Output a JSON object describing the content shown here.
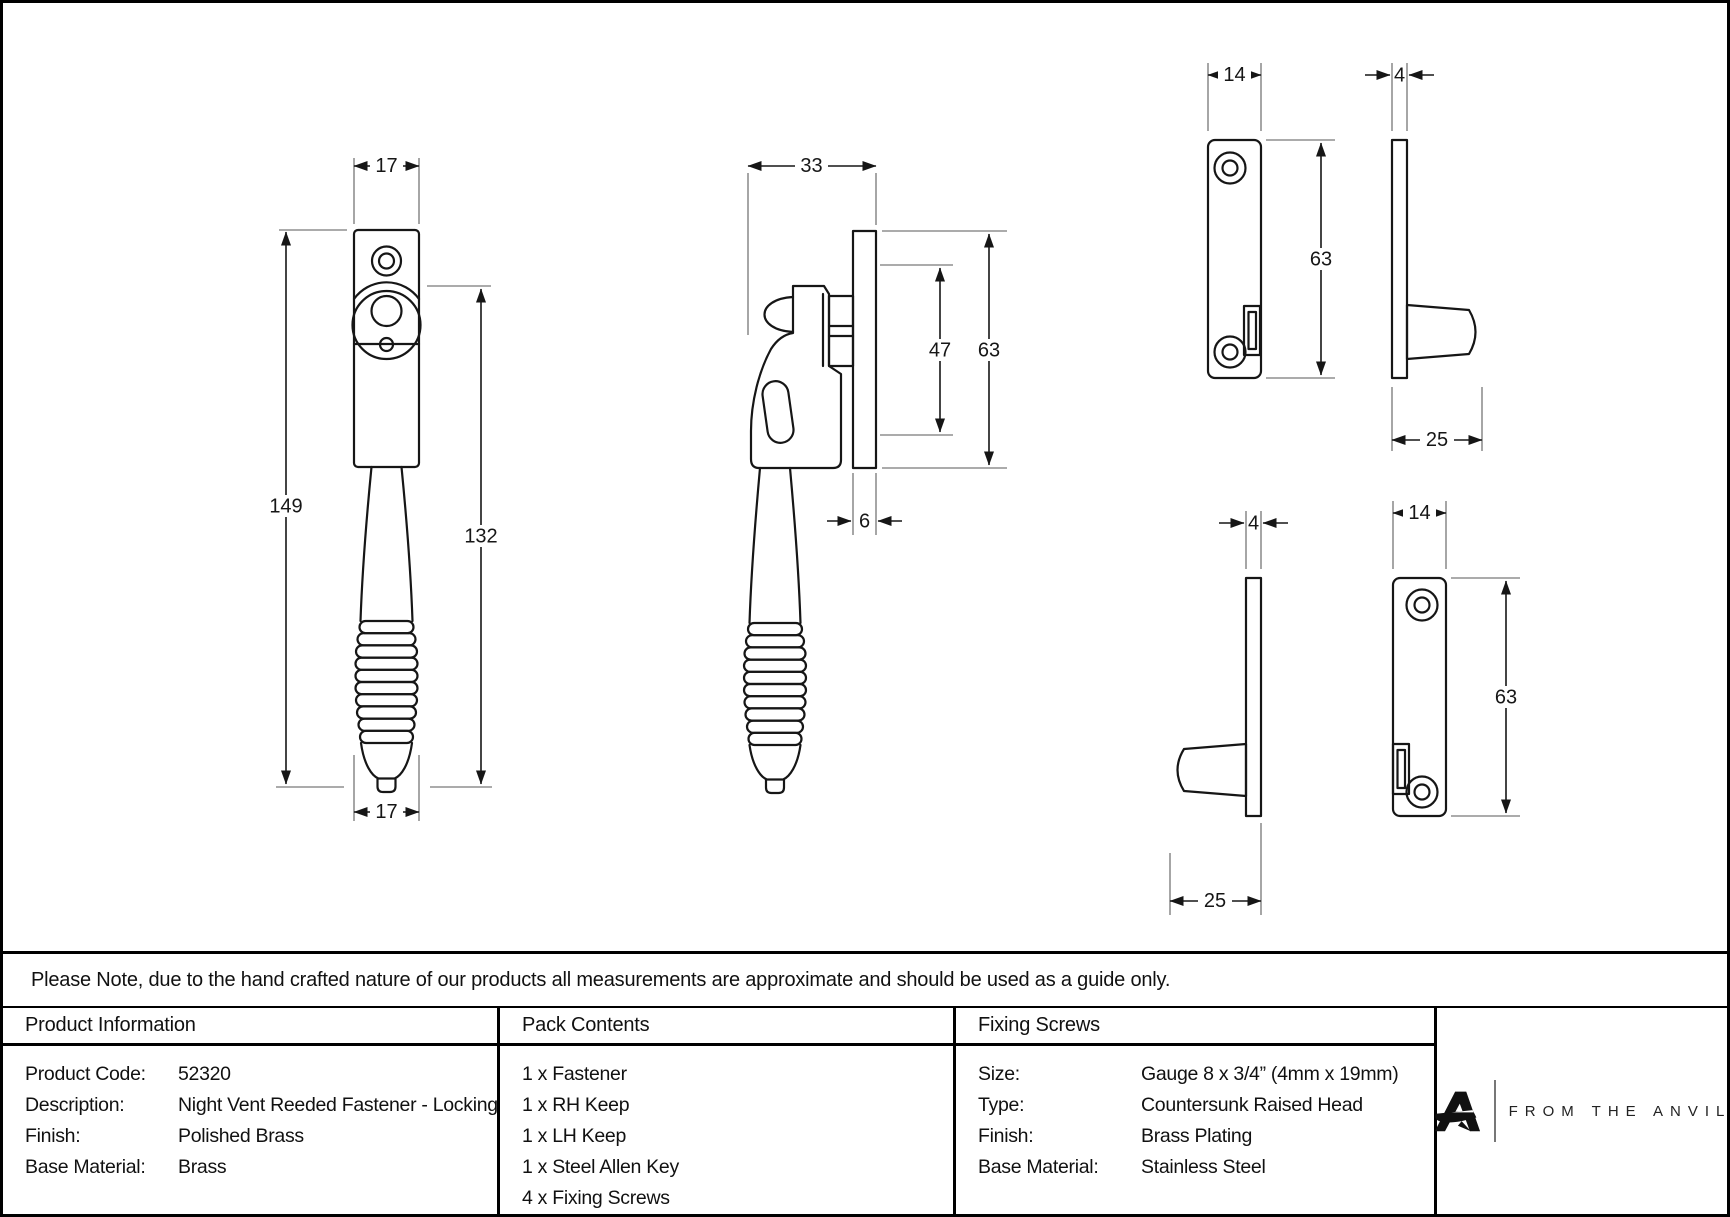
{
  "note": "Please Note, due to the hand crafted nature of our products all measurements are approximate and should be used as a guide only.",
  "drawing": {
    "dims": {
      "fastener_front": {
        "width_top": "17",
        "height_overall": "149",
        "height_handle": "132",
        "width_bottom": "17"
      },
      "fastener_side": {
        "width": "33",
        "keep_inner_height": "47",
        "keep_height": "63",
        "plate_thickness": "6"
      },
      "keep_rh_front": {
        "width": "14",
        "height": "63"
      },
      "keep_rh_side": {
        "thickness": "4",
        "depth": "25"
      },
      "keep_lh_side": {
        "thickness": "4",
        "depth": "25"
      },
      "keep_lh_front": {
        "width": "14",
        "height": "63"
      }
    }
  },
  "table": {
    "product_information": {
      "header": "Product Information",
      "rows": [
        {
          "label": "Product Code:",
          "value": "52320"
        },
        {
          "label": "Description:",
          "value": "Night Vent Reeded Fastener - Locking"
        },
        {
          "label": "Finish:",
          "value": "Polished Brass"
        },
        {
          "label": "Base Material:",
          "value": "Brass"
        }
      ]
    },
    "pack_contents": {
      "header": "Pack Contents",
      "items": [
        "1 x Fastener",
        "1 x RH Keep",
        "1 x LH Keep",
        "1 x Steel Allen Key",
        "4 x Fixing Screws"
      ]
    },
    "fixing_screws": {
      "header": "Fixing Screws",
      "rows": [
        {
          "label": "Size:",
          "value": "Gauge 8 x 3/4” (4mm x 19mm)"
        },
        {
          "label": "Type:",
          "value": "Countersunk Raised Head"
        },
        {
          "label": "Finish:",
          "value": "Brass Plating"
        },
        {
          "label": "Base Material:",
          "value": "Stainless Steel"
        }
      ]
    },
    "brand": {
      "name": "FROM THE ANVIL"
    }
  }
}
